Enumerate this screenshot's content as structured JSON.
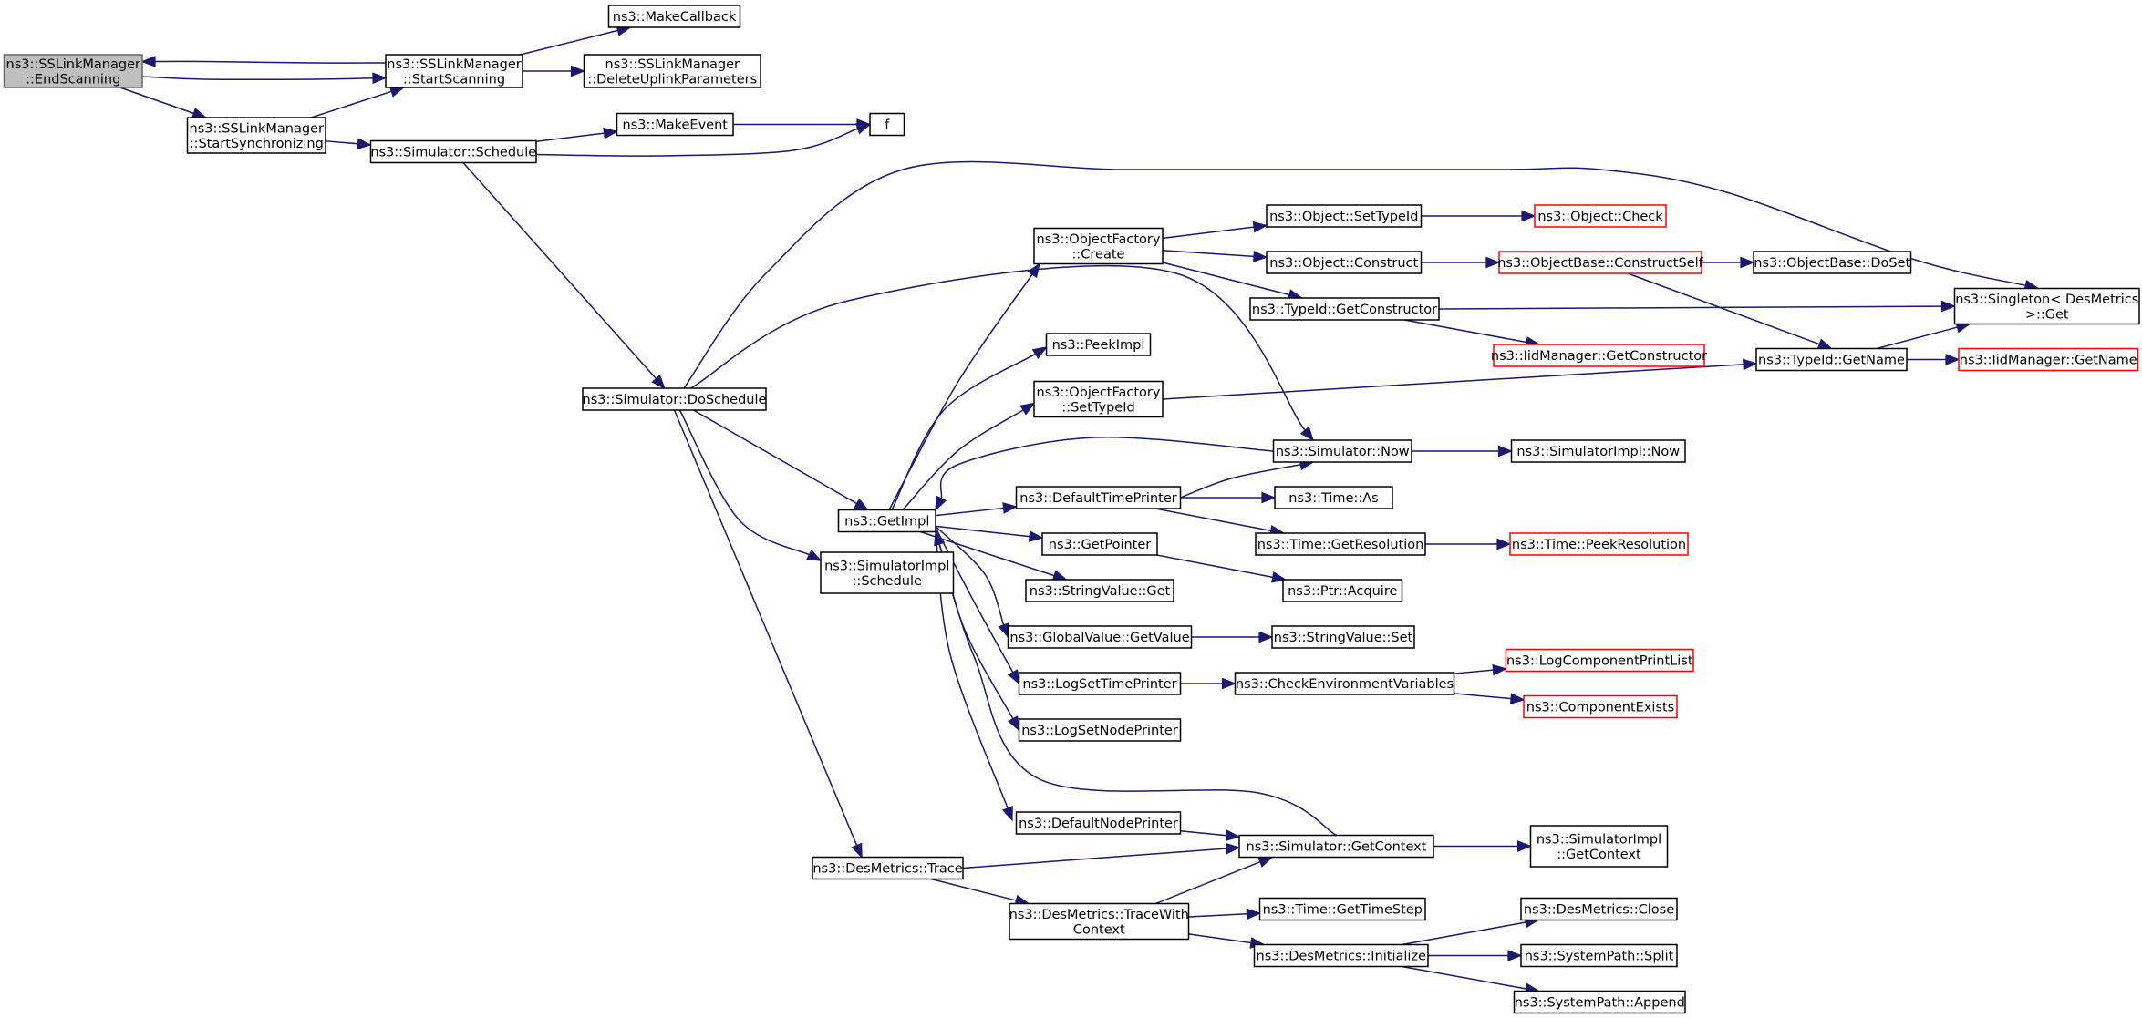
{
  "nodes": [
    {
      "id": "endScanning",
      "lines": [
        "ns3::SSLinkManager",
        "::EndScanning"
      ],
      "root": true
    },
    {
      "id": "startScanning",
      "lines": [
        "ns3::SSLinkManager",
        "::StartScanning"
      ]
    },
    {
      "id": "makeCallback",
      "lines": [
        "ns3::MakeCallback"
      ]
    },
    {
      "id": "deleteUplink",
      "lines": [
        "ns3::SSLinkManager",
        "::DeleteUplinkParameters"
      ]
    },
    {
      "id": "startSync",
      "lines": [
        "ns3::SSLinkManager",
        "::StartSynchronizing"
      ]
    },
    {
      "id": "schedule",
      "lines": [
        "ns3::Simulator::Schedule"
      ]
    },
    {
      "id": "makeEvent",
      "lines": [
        "ns3::MakeEvent"
      ]
    },
    {
      "id": "f",
      "lines": [
        "f"
      ]
    },
    {
      "id": "doSchedule",
      "lines": [
        "ns3::Simulator::DoSchedule"
      ]
    },
    {
      "id": "singletonGet",
      "lines": [
        "ns3::Singleton< DesMetrics",
        " >::Get"
      ]
    },
    {
      "id": "ofCreate",
      "lines": [
        "ns3::ObjectFactory",
        "::Create"
      ]
    },
    {
      "id": "setTypeIdObj",
      "lines": [
        "ns3::Object::SetTypeId"
      ]
    },
    {
      "id": "objCheck",
      "lines": [
        "ns3::Object::Check"
      ],
      "red": true
    },
    {
      "id": "objConstruct",
      "lines": [
        "ns3::Object::Construct"
      ]
    },
    {
      "id": "constructSelf",
      "lines": [
        "ns3::ObjectBase::ConstructSelf"
      ],
      "red": true
    },
    {
      "id": "doSet",
      "lines": [
        "ns3::ObjectBase::DoSet"
      ]
    },
    {
      "id": "getConstructor",
      "lines": [
        "ns3::TypeId::GetConstructor"
      ]
    },
    {
      "id": "iidGetConstructor",
      "lines": [
        "ns3::IidManager::GetConstructor"
      ],
      "red": true
    },
    {
      "id": "typeIdGetName",
      "lines": [
        "ns3::TypeId::GetName"
      ]
    },
    {
      "id": "iidGetName",
      "lines": [
        "ns3::IidManager::GetName"
      ],
      "red": true
    },
    {
      "id": "peekImpl",
      "lines": [
        "ns3::PeekImpl"
      ]
    },
    {
      "id": "ofSetTypeId",
      "lines": [
        "ns3::ObjectFactory",
        "::SetTypeId"
      ]
    },
    {
      "id": "simNow",
      "lines": [
        "ns3::Simulator::Now"
      ]
    },
    {
      "id": "simImplNow",
      "lines": [
        "ns3::SimulatorImpl::Now"
      ]
    },
    {
      "id": "getImpl",
      "lines": [
        "ns3::GetImpl"
      ]
    },
    {
      "id": "defTimePrinter",
      "lines": [
        "ns3::DefaultTimePrinter"
      ]
    },
    {
      "id": "timeAs",
      "lines": [
        "ns3::Time::As"
      ]
    },
    {
      "id": "getResolution",
      "lines": [
        "ns3::Time::GetResolution"
      ]
    },
    {
      "id": "peekResolution",
      "lines": [
        "ns3::Time::PeekResolution"
      ],
      "red": true
    },
    {
      "id": "getPointer",
      "lines": [
        "ns3::GetPointer"
      ]
    },
    {
      "id": "ptrAcquire",
      "lines": [
        "ns3::Ptr::Acquire"
      ]
    },
    {
      "id": "simImplSchedule",
      "lines": [
        "ns3::SimulatorImpl",
        "::Schedule"
      ]
    },
    {
      "id": "stringValueGet",
      "lines": [
        "ns3::StringValue::Get"
      ]
    },
    {
      "id": "globalGetValue",
      "lines": [
        "ns3::GlobalValue::GetValue"
      ]
    },
    {
      "id": "stringValueSet",
      "lines": [
        "ns3::StringValue::Set"
      ]
    },
    {
      "id": "logSetTimePrinter",
      "lines": [
        "ns3::LogSetTimePrinter"
      ]
    },
    {
      "id": "checkEnvVars",
      "lines": [
        "ns3::CheckEnvironmentVariables"
      ]
    },
    {
      "id": "logCompPrintList",
      "lines": [
        "ns3::LogComponentPrintList"
      ],
      "red": true
    },
    {
      "id": "componentExists",
      "lines": [
        "ns3::ComponentExists"
      ],
      "red": true
    },
    {
      "id": "logSetNodePrinter",
      "lines": [
        "ns3::LogSetNodePrinter"
      ]
    },
    {
      "id": "defNodePrinter",
      "lines": [
        "ns3::DefaultNodePrinter"
      ]
    },
    {
      "id": "simGetContext",
      "lines": [
        "ns3::Simulator::GetContext"
      ]
    },
    {
      "id": "simImplGetContext",
      "lines": [
        "ns3::SimulatorImpl",
        "::GetContext"
      ]
    },
    {
      "id": "desTrace",
      "lines": [
        "ns3::DesMetrics::Trace"
      ]
    },
    {
      "id": "traceWithContext",
      "lines": [
        "ns3::DesMetrics::TraceWith",
        "Context"
      ]
    },
    {
      "id": "getTimeStep",
      "lines": [
        "ns3::Time::GetTimeStep"
      ]
    },
    {
      "id": "desClose",
      "lines": [
        "ns3::DesMetrics::Close"
      ]
    },
    {
      "id": "desInitialize",
      "lines": [
        "ns3::DesMetrics::Initialize"
      ]
    },
    {
      "id": "pathSplit",
      "lines": [
        "ns3::SystemPath::Split"
      ]
    },
    {
      "id": "pathAppend",
      "lines": [
        "ns3::SystemPath::Append"
      ]
    }
  ],
  "edges": [
    [
      "endScanning",
      "startScanning"
    ],
    [
      "endScanning",
      "startSync"
    ],
    [
      "startScanning",
      "endScanning"
    ],
    [
      "startScanning",
      "makeCallback"
    ],
    [
      "startScanning",
      "deleteUplink"
    ],
    [
      "startSync",
      "startScanning"
    ],
    [
      "startSync",
      "schedule"
    ],
    [
      "schedule",
      "makeEvent"
    ],
    [
      "schedule",
      "f"
    ],
    [
      "schedule",
      "doSchedule"
    ],
    [
      "makeEvent",
      "f"
    ],
    [
      "doSchedule",
      "singletonGet"
    ],
    [
      "doSchedule",
      "simNow"
    ],
    [
      "doSchedule",
      "getImpl"
    ],
    [
      "doSchedule",
      "simImplSchedule"
    ],
    [
      "doSchedule",
      "desTrace"
    ],
    [
      "ofCreate",
      "setTypeIdObj"
    ],
    [
      "ofCreate",
      "objConstruct"
    ],
    [
      "ofCreate",
      "getConstructor"
    ],
    [
      "setTypeIdObj",
      "objCheck"
    ],
    [
      "objConstruct",
      "constructSelf"
    ],
    [
      "constructSelf",
      "doSet"
    ],
    [
      "constructSelf",
      "typeIdGetName"
    ],
    [
      "getConstructor",
      "iidGetConstructor"
    ],
    [
      "getConstructor",
      "singletonGet"
    ],
    [
      "typeIdGetName",
      "singletonGet"
    ],
    [
      "typeIdGetName",
      "iidGetName"
    ],
    [
      "ofSetTypeId",
      "typeIdGetName"
    ],
    [
      "simNow",
      "getImpl"
    ],
    [
      "simNow",
      "simImplNow"
    ],
    [
      "getImpl",
      "ofCreate"
    ],
    [
      "getImpl",
      "peekImpl"
    ],
    [
      "getImpl",
      "ofSetTypeId"
    ],
    [
      "getImpl",
      "defTimePrinter"
    ],
    [
      "getImpl",
      "getPointer"
    ],
    [
      "getImpl",
      "stringValueGet"
    ],
    [
      "getImpl",
      "globalGetValue"
    ],
    [
      "getImpl",
      "logSetTimePrinter"
    ],
    [
      "getImpl",
      "logSetNodePrinter"
    ],
    [
      "getImpl",
      "defNodePrinter"
    ],
    [
      "defTimePrinter",
      "simNow"
    ],
    [
      "defTimePrinter",
      "timeAs"
    ],
    [
      "defTimePrinter",
      "getResolution"
    ],
    [
      "getResolution",
      "peekResolution"
    ],
    [
      "getPointer",
      "ptrAcquire"
    ],
    [
      "globalGetValue",
      "stringValueSet"
    ],
    [
      "logSetTimePrinter",
      "checkEnvVars"
    ],
    [
      "checkEnvVars",
      "logCompPrintList"
    ],
    [
      "checkEnvVars",
      "componentExists"
    ],
    [
      "defNodePrinter",
      "simGetContext"
    ],
    [
      "simGetContext",
      "getImpl"
    ],
    [
      "simGetContext",
      "simImplGetContext"
    ],
    [
      "desTrace",
      "simGetContext"
    ],
    [
      "desTrace",
      "traceWithContext"
    ],
    [
      "traceWithContext",
      "simGetContext"
    ],
    [
      "traceWithContext",
      "getTimeStep"
    ],
    [
      "traceWithContext",
      "desInitialize"
    ],
    [
      "desInitialize",
      "desClose"
    ],
    [
      "desInitialize",
      "pathSplit"
    ],
    [
      "desInitialize",
      "pathAppend"
    ]
  ],
  "colors": {
    "edge": "#191970",
    "root_fill": "#bfbfbf",
    "root_stroke": "#666666",
    "node_stroke": "#000000",
    "incomplete_stroke": "#ff0000"
  }
}
